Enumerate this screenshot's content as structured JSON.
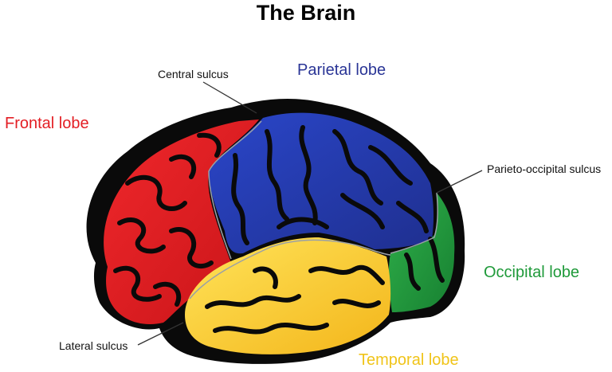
{
  "title": "The Brain",
  "labels": {
    "frontal": "Frontal lobe",
    "parietal": "Parietal lobe",
    "occipital": "Occipital lobe",
    "temporal": "Temporal lobe",
    "central_sulcus": "Central sulcus",
    "parieto_occipital_sulcus": "Parieto-occipital sulcus",
    "lateral_sulcus": "Lateral sulcus"
  },
  "colors": {
    "frontal": "#e31e24",
    "parietal": "#2b3ea6",
    "occipital": "#1f9a3a",
    "temporal": "#f5c518",
    "outline": "#0a0a0a",
    "frontal_label": "#e31e24",
    "parietal_label": "#2a3596",
    "occipital_label": "#1f9a3a",
    "temporal_label": "#f0c419"
  }
}
